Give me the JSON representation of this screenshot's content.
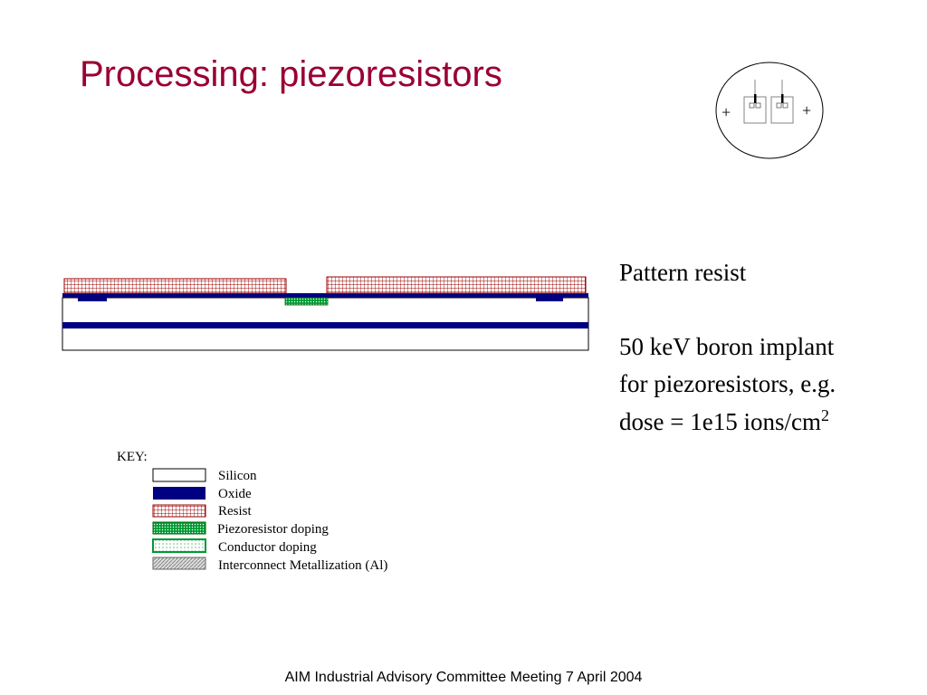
{
  "title": "Processing: piezoresistors",
  "description": {
    "step": "Pattern resist",
    "implant_line1": "50 keV boron implant",
    "implant_line2": "for piezoresistors, e.g.",
    "dose_text": "dose = 1e15 ions/cm",
    "dose_exponent": "2"
  },
  "inset": {
    "left_sign": "+",
    "right_sign": "+"
  },
  "key": {
    "title": "KEY:",
    "items": [
      {
        "label": "Silicon",
        "fill": "#ffffff",
        "border": "#000000",
        "pattern": "none"
      },
      {
        "label": "Oxide",
        "fill": "#000080",
        "border": "#000000",
        "pattern": "solid"
      },
      {
        "label": "Resist",
        "fill": "#ffffff",
        "border": "#990000",
        "pattern": "grid"
      },
      {
        "label": "Piezoresistor doping",
        "fill": "#009933",
        "border": "#006600",
        "pattern": "dense-dots"
      },
      {
        "label": "Conductor doping",
        "fill": "#ffffff",
        "border": "#009933",
        "pattern": "sparse-dots"
      },
      {
        "label": "Interconnect Metallization (Al)",
        "fill": "#cccccc",
        "border": "#666666",
        "pattern": "hatch"
      }
    ]
  },
  "colors": {
    "title": "#990033",
    "oxide": "#000080",
    "resist": "#990000",
    "piezo": "#009933"
  },
  "footer": "AIM Industrial Advisory Committee Meeting 7 April 2004"
}
